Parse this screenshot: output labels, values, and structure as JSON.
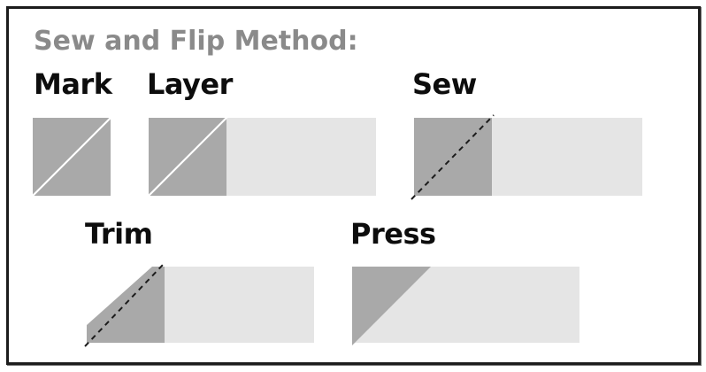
{
  "title": "Sew and Flip Method:",
  "steps": [
    {
      "id": "mark",
      "label": "Mark",
      "graphic": "square-with-marked-diagonal"
    },
    {
      "id": "layer",
      "label": "Layer",
      "graphic": "marked-square-layered-on-rectangle"
    },
    {
      "id": "sew",
      "label": "Sew",
      "graphic": "square-with-stitched-diagonal-on-rectangle"
    },
    {
      "id": "trim",
      "label": "Trim",
      "graphic": "trimmed-corner-with-stitched-diagonal-on-rectangle"
    },
    {
      "id": "press",
      "label": "Press",
      "graphic": "pressed-open-triangle-corner-on-rectangle"
    }
  ],
  "colors": {
    "fabric_dark": "#a9a9a9",
    "fabric_light": "#e5e5e5",
    "title_text": "#8a8a8a",
    "label_text": "#0d0d0d",
    "border": "#1c1c1c",
    "stitch_line": "#1c1c1c",
    "mark_line": "#ffffff",
    "background": "#ffffff"
  }
}
